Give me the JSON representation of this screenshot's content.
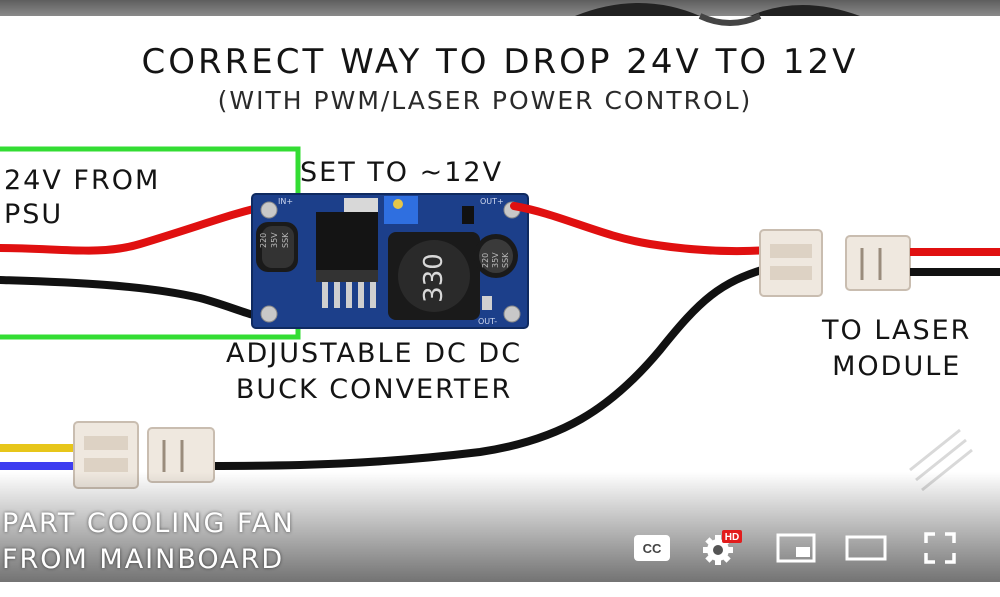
{
  "video": {
    "title_line1": "CORRECT WAY TO DROP 24V TO 12V",
    "title_line2": "(WITH PWM/LASER POWER CONTROL)",
    "psu_label": [
      "24V FROM",
      "PSU"
    ],
    "set_label": "SET TO ~12V",
    "buck_label": [
      "ADJUSTABLE DC DC",
      "BUCK CONVERTER"
    ],
    "laser_label": [
      "TO LASER",
      "MODULE"
    ],
    "fan_label": [
      "PART COOLING FAN",
      "FROM MAINBOARD"
    ],
    "inductor_code": "330",
    "capacitor_left": [
      "220",
      "35V",
      "SSK"
    ],
    "capacitor_right": [
      "220",
      "35V",
      "SSK"
    ],
    "out_plus": "OUT+",
    "out_minus": "OUT-",
    "in_plus": "IN+",
    "highlight_color": "#33dd33",
    "wire_red": "#e01010",
    "wire_black": "#111111"
  },
  "controls": {
    "cc": "CC",
    "hd_badge": "HD",
    "icons": [
      "subtitles-icon",
      "settings-gear-icon",
      "miniplayer-icon",
      "theater-mode-icon",
      "fullscreen-icon"
    ]
  }
}
